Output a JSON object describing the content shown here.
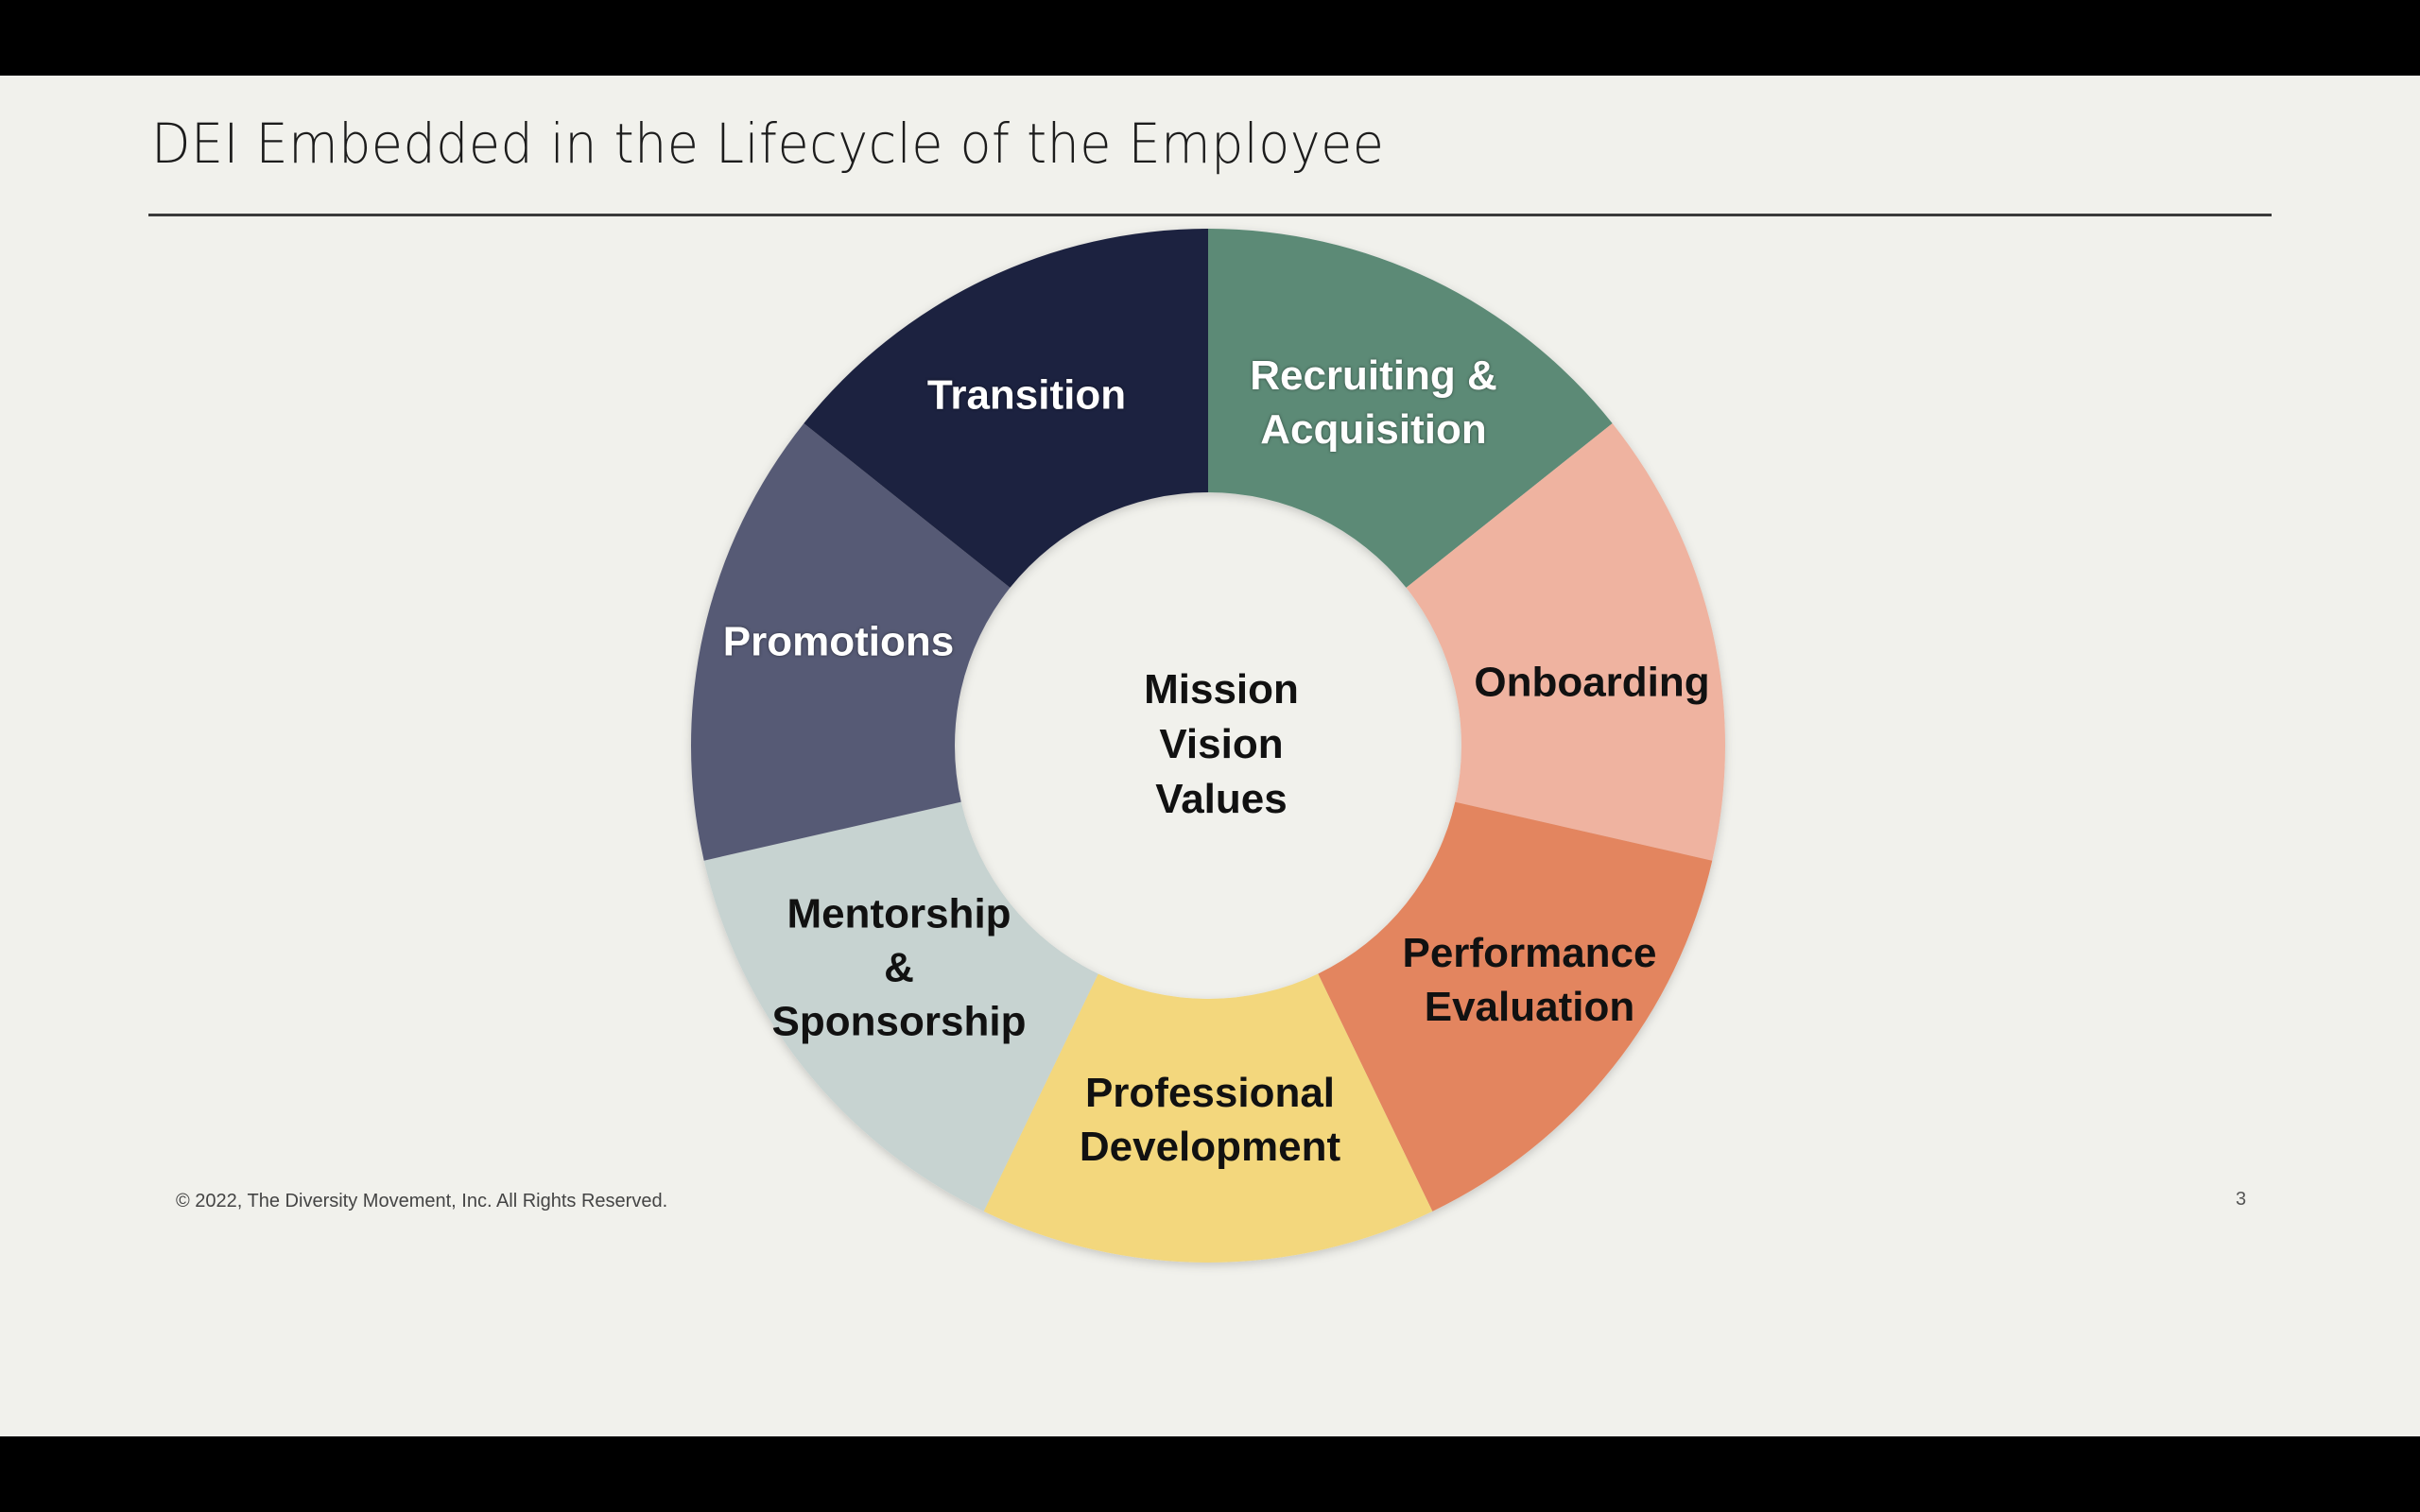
{
  "slide": {
    "title": "DEI Embedded in the Lifecycle of the Employee",
    "footer": "© 2022, The Diversity Movement, Inc. All Rights Reserved.",
    "page_number": "3",
    "background": "#f1f1ec"
  },
  "diagram": {
    "type": "donut-cycle",
    "center": {
      "lines": [
        "Mission",
        "Vision",
        "Values"
      ]
    },
    "segments": [
      {
        "label_lines": [
          "Recruiting &",
          "Acquisition"
        ],
        "color": "#5b8a76",
        "text_color": "#ffffff"
      },
      {
        "label_lines": [
          "Onboarding"
        ],
        "color": "#efb3a0",
        "text_color": "#111111"
      },
      {
        "label_lines": [
          "Performance",
          "Evaluation"
        ],
        "color": "#e3855f",
        "text_color": "#111111"
      },
      {
        "label_lines": [
          "Professional",
          "Development"
        ],
        "color": "#f3d77d",
        "text_color": "#111111"
      },
      {
        "label_lines": [
          "Mentorship",
          "&",
          "Sponsorship"
        ],
        "color": "#c7d3d1",
        "text_color": "#111111"
      },
      {
        "label_lines": [
          "Promotions"
        ],
        "color": "#575a75",
        "text_color": "#ffffff"
      },
      {
        "label_lines": [
          "Transition"
        ],
        "color": "#1f2340",
        "text_color": "#ffffff"
      }
    ]
  }
}
